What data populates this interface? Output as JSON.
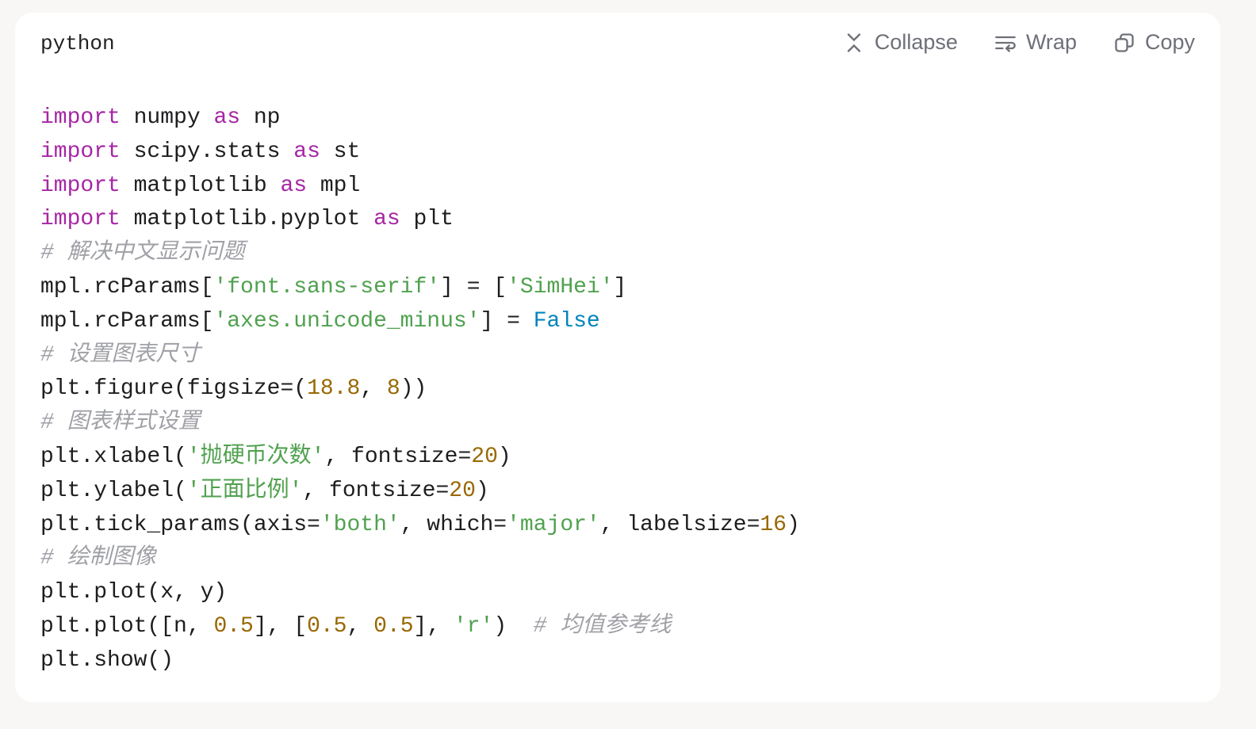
{
  "header": {
    "language": "python",
    "collapse_label": "Collapse",
    "wrap_label": "Wrap",
    "copy_label": "Copy"
  },
  "code_lines": [
    [
      [
        "kw",
        "import"
      ],
      [
        "t",
        " numpy "
      ],
      [
        "kw",
        "as"
      ],
      [
        "t",
        " np"
      ]
    ],
    [
      [
        "kw",
        "import"
      ],
      [
        "t",
        " scipy.stats "
      ],
      [
        "kw",
        "as"
      ],
      [
        "t",
        " st"
      ]
    ],
    [
      [
        "kw",
        "import"
      ],
      [
        "t",
        " matplotlib "
      ],
      [
        "kw",
        "as"
      ],
      [
        "t",
        " mpl"
      ]
    ],
    [
      [
        "kw",
        "import"
      ],
      [
        "t",
        " matplotlib.pyplot "
      ],
      [
        "kw",
        "as"
      ],
      [
        "t",
        " plt"
      ]
    ],
    [
      [
        "com",
        "# 解决中文显示问题"
      ]
    ],
    [
      [
        "t",
        "mpl.rcParams["
      ],
      [
        "str",
        "'font.sans-serif'"
      ],
      [
        "t",
        "] = ["
      ],
      [
        "str",
        "'SimHei'"
      ],
      [
        "t",
        "]"
      ]
    ],
    [
      [
        "t",
        "mpl.rcParams["
      ],
      [
        "str",
        "'axes.unicode_minus'"
      ],
      [
        "t",
        "] = "
      ],
      [
        "bool",
        "False"
      ]
    ],
    [
      [
        "com",
        "# 设置图表尺寸"
      ]
    ],
    [
      [
        "t",
        "plt.figure(figsize=("
      ],
      [
        "num",
        "18.8"
      ],
      [
        "t",
        ", "
      ],
      [
        "num",
        "8"
      ],
      [
        "t",
        "))"
      ]
    ],
    [
      [
        "com",
        "# 图表样式设置"
      ]
    ],
    [
      [
        "t",
        "plt.xlabel("
      ],
      [
        "str",
        "'抛硬币次数'"
      ],
      [
        "t",
        ", fontsize="
      ],
      [
        "num",
        "20"
      ],
      [
        "t",
        ")"
      ]
    ],
    [
      [
        "t",
        "plt.ylabel("
      ],
      [
        "str",
        "'正面比例'"
      ],
      [
        "t",
        ", fontsize="
      ],
      [
        "num",
        "20"
      ],
      [
        "t",
        ")"
      ]
    ],
    [
      [
        "t",
        "plt.tick_params(axis="
      ],
      [
        "str",
        "'both'"
      ],
      [
        "t",
        ", which="
      ],
      [
        "str",
        "'major'"
      ],
      [
        "t",
        ", labelsize="
      ],
      [
        "num",
        "16"
      ],
      [
        "t",
        ")"
      ]
    ],
    [
      [
        "com",
        "# 绘制图像"
      ]
    ],
    [
      [
        "t",
        "plt.plot(x, y)"
      ]
    ],
    [
      [
        "t",
        "plt.plot([n, "
      ],
      [
        "num",
        "0.5"
      ],
      [
        "t",
        "], ["
      ],
      [
        "num",
        "0.5"
      ],
      [
        "t",
        ", "
      ],
      [
        "num",
        "0.5"
      ],
      [
        "t",
        "], "
      ],
      [
        "str",
        "'r'"
      ],
      [
        "t",
        ")  "
      ],
      [
        "com",
        "# 均值参考线"
      ]
    ],
    [
      [
        "t",
        "plt.show()"
      ]
    ]
  ]
}
